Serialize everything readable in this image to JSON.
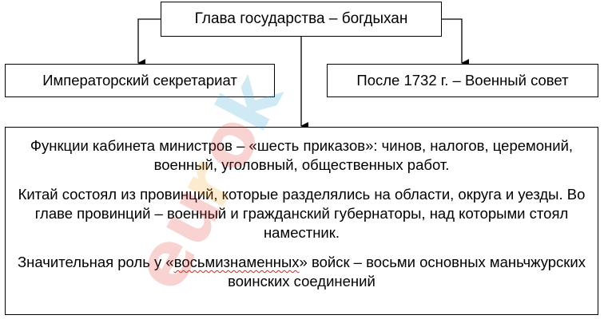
{
  "diagram": {
    "head": "Глава государства – богдыхан",
    "secretariat": "Императорский секретариат",
    "council": "После 1732 г. – Военный совет",
    "functions": {
      "para1": "Функции кабинета министров – «шесть приказов»: чинов, налогов, церемоний, военный, уголовный, общественных работ.",
      "para2": "Китай состоял из провинций, которые разделялись на области, округа и уезды. Во главе провинций – военный и гражданский губернаторы, над которыми стоял наместник.",
      "para3_before": "Значительная роль у «",
      "para3_underlined": "восьмизнаменных",
      "para3_after": "» войск – восьми основных маньчжурских воинских соединений"
    }
  },
  "watermark": {
    "text": "eurok",
    "colors": [
      "#e23a35",
      "#f4a623",
      "#2a9fd6"
    ]
  }
}
